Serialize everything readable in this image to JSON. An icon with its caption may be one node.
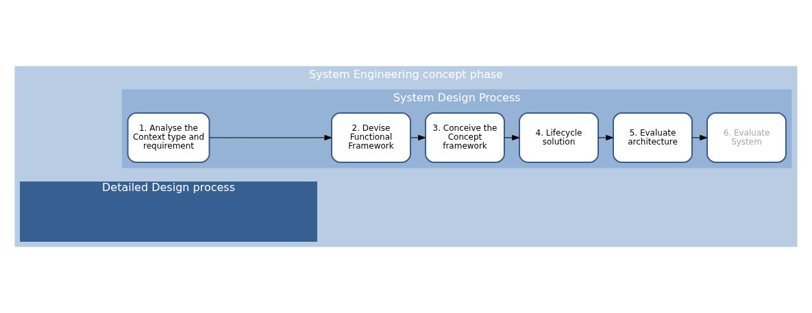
{
  "diagram": {
    "nodes": [
      {
        "text": [
          "System Engineering concept phase"
        ]
      },
      {
        "text": [
          "System Design Process"
        ],
        "in": 0
      },
      {
        "text": [
          "1. Analyse the Context type and requirement"
        ],
        "in": 1
      },
      {
        "text": [
          "2. Devise Functional Framework"
        ],
        "in": 1
      },
      {
        "text": [
          "3. Conceive the Concept framework"
        ],
        "in": 1
      },
      {
        "text": [
          "4. Lifecycle solution"
        ],
        "in": 1
      },
      {
        "text": [
          "5. Evaluate architecture"
        ],
        "in": 1
      },
      {
        "text": [
          "6. Evaluate System"
        ],
        "in": 1
      },
      {
        "text": [
          "Detailed Design process"
        ],
        "in": 0
      }
    ],
    "edges": [
      {
        "from": 2,
        "to": 3,
        "arrow": "to"
      },
      {
        "from": 3,
        "to": 4,
        "arrow": "to"
      },
      {
        "from": 4,
        "to": 5,
        "arrow": "to"
      },
      {
        "from": 5,
        "to": 6,
        "arrow": "to"
      },
      {
        "from": 6,
        "to": 7,
        "arrow": "to"
      }
    ]
  }
}
